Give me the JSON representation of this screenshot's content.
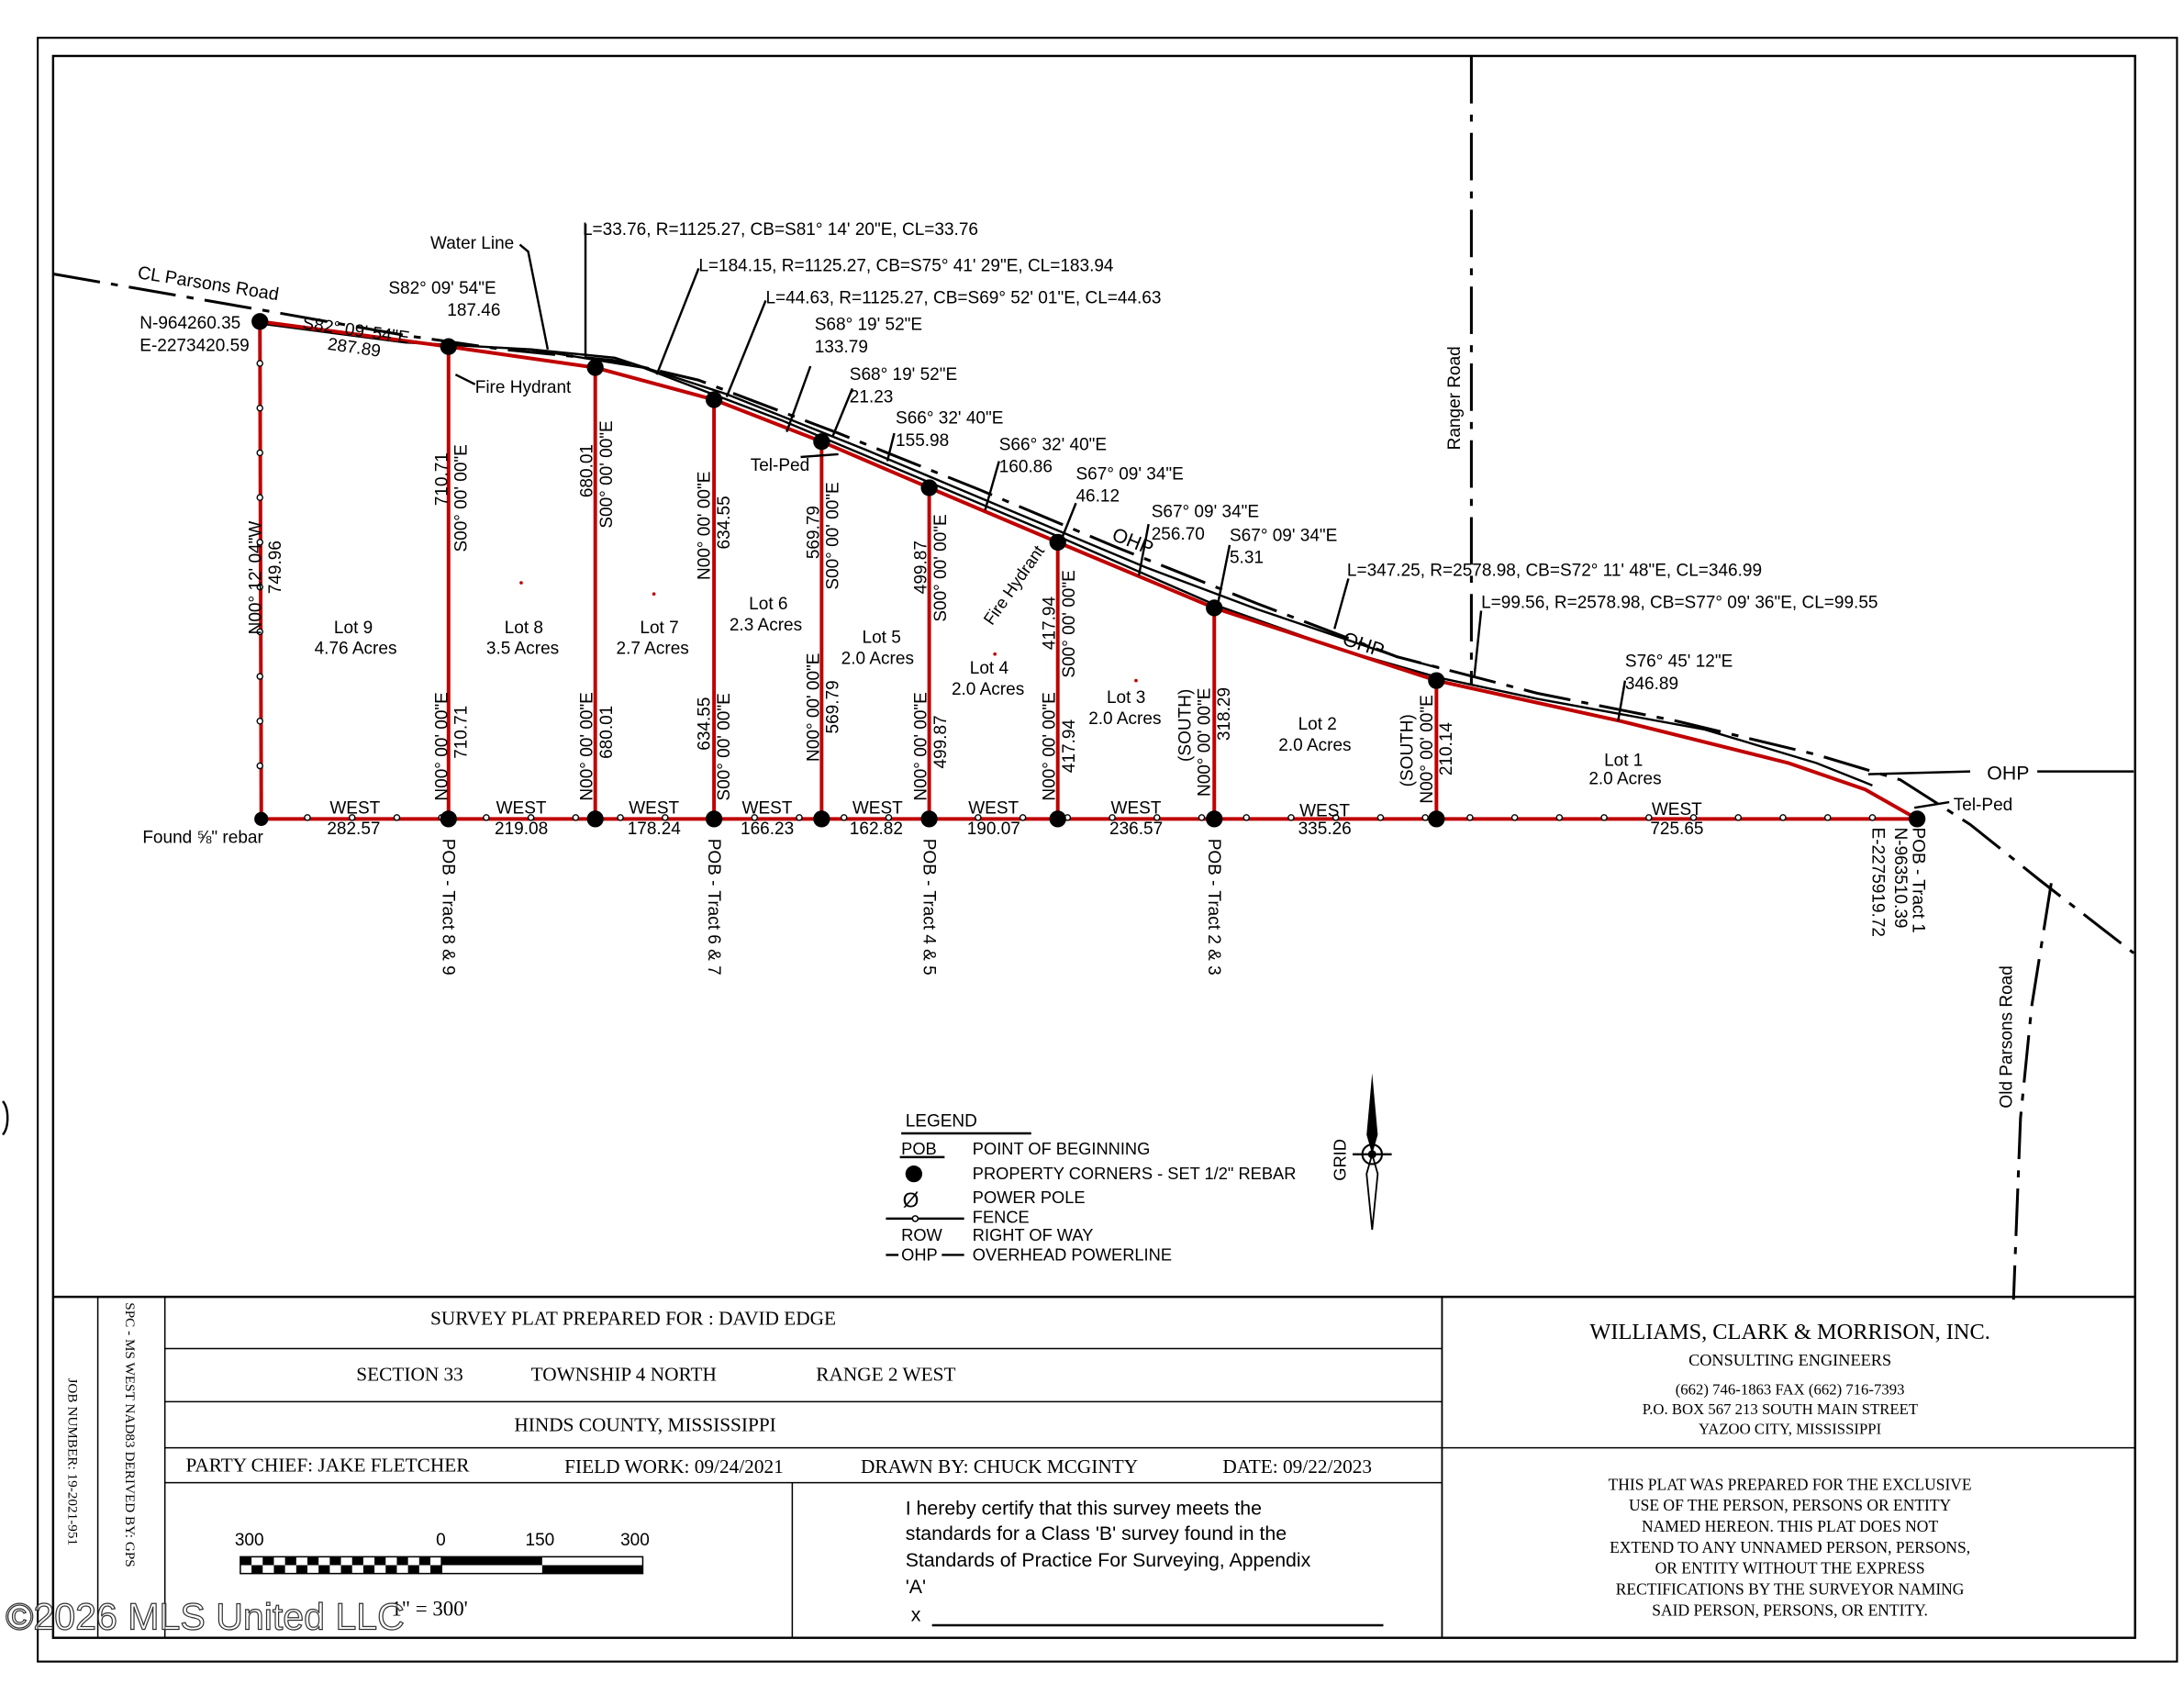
{
  "roads": {
    "cl_parsons": "CL Parsons Road",
    "ranger": "Ranger Road",
    "old_parsons": "Old Parsons Road",
    "water_line": "Water Line",
    "ohp": "OHP",
    "tel_ped": "Tel-Ped",
    "fire_hydrant": "Fire Hydrant"
  },
  "curves": {
    "c1": "L=33.76, R=1125.27, CB=S81° 14' 20\"E, CL=33.76",
    "c2": "L=184.15, R=1125.27, CB=S75° 41' 29\"E, CL=183.94",
    "c3": "L=44.63, R=1125.27, CB=S69° 52' 01\"E, CL=44.63",
    "c4": "L=347.25, R=2578.98, CB=S72° 11' 48\"E, CL=346.99",
    "c5": "L=99.56, R=2578.98, CB=S77° 09' 36\"E, CL=99.55"
  },
  "bearings": {
    "b1_top": "S82° 09' 54\"E",
    "b1_top_d": "187.46",
    "b1_low": "S82° 09' 54\"E",
    "b1_low_d": "287.89",
    "b2": "S68° 19' 52\"E",
    "b2_d": "133.79",
    "b3": "S68° 19' 52\"E",
    "b3_d": "21.23",
    "b4": "S66° 32' 40\"E",
    "b4_d": "155.98",
    "b5": "S66° 32' 40\"E",
    "b5_d": "160.86",
    "b6": "S67° 09' 34\"E",
    "b6_d": "46.12",
    "b7": "S67° 09' 34\"E",
    "b7_d": "256.70",
    "b8": "S67° 09' 34\"E",
    "b8_d": "5.31",
    "b9": "S76° 45' 12\"E",
    "b9_d": "346.89"
  },
  "coords": {
    "nw_n": "N-964260.35",
    "nw_e": "E-2273420.59",
    "se_n": "N-963510.39",
    "se_e": "E-2275919.72",
    "found": "Found ⅝\" rebar",
    "west_line": "N00° 12' 04\"W",
    "west_line_d": "749.96"
  },
  "dividers": [
    {
      "up": "S00° 00' 00\"E",
      "up_d": "710.71",
      "dn": "N00° 00' 00\"E",
      "dn_d": "710.71"
    },
    {
      "up": "S00° 00' 00\"E",
      "up_d": "680.01",
      "dn": "N00° 00' 00\"E",
      "dn_d": "680.01"
    },
    {
      "up": "N00° 00' 00\"E",
      "up_d": "634.55",
      "dn": "S00° 00' 00\"E",
      "dn_d": "634.55"
    },
    {
      "up": "S00° 00' 00\"E",
      "up_d": "569.79",
      "dn": "N00° 00' 00\"E",
      "dn_d": "569.79"
    },
    {
      "up": "S00° 00' 00\"E",
      "up_d": "499.87",
      "dn": "N00° 00' 00\"E",
      "dn_d": "499.87"
    },
    {
      "up": "S00° 00' 00\"E",
      "up_d": "417.94",
      "dn": "N00° 00' 00\"E",
      "dn_d": "417.94"
    },
    {
      "up": "",
      "up_d": "",
      "dn": "N00° 00' 00\"E",
      "dn_d": "318.29",
      "extra": "(SOUTH)"
    },
    {
      "up": "",
      "up_d": "",
      "dn": "N00° 00' 00\"E",
      "dn_d": "210.14",
      "extra": "(SOUTH)"
    }
  ],
  "lots": [
    {
      "name": "Lot 9",
      "acres": "4.76 Acres"
    },
    {
      "name": "Lot 8",
      "acres": "3.5 Acres"
    },
    {
      "name": "Lot 7",
      "acres": "2.7 Acres"
    },
    {
      "name": "Lot 6",
      "acres": "2.3 Acres"
    },
    {
      "name": "Lot 5",
      "acres": "2.0 Acres"
    },
    {
      "name": "Lot 4",
      "acres": "2.0 Acres"
    },
    {
      "name": "Lot 3",
      "acres": "2.0 Acres"
    },
    {
      "name": "Lot 2",
      "acres": "2.0 Acres"
    },
    {
      "name": "Lot 1",
      "acres": "2.0 Acres"
    }
  ],
  "south_segments": [
    {
      "b": "WEST",
      "d": "282.57"
    },
    {
      "b": "WEST",
      "d": "219.08"
    },
    {
      "b": "WEST",
      "d": "178.24"
    },
    {
      "b": "WEST",
      "d": "166.23"
    },
    {
      "b": "WEST",
      "d": "162.82"
    },
    {
      "b": "WEST",
      "d": "190.07"
    },
    {
      "b": "WEST",
      "d": "236.57"
    },
    {
      "b": "WEST",
      "d": "335.26"
    },
    {
      "b": "WEST",
      "d": "725.65"
    }
  ],
  "pob": {
    "t89": "POB - Tract 8 & 9",
    "t67": "POB - Tract 6 & 7",
    "t45": "POB - Tract 4 & 5",
    "t23": "POB - Tract 2 & 3",
    "t1": "POB - Tract 1"
  },
  "legend": {
    "title": "LEGEND",
    "items": [
      {
        "sym": "POB",
        "text": "POINT OF BEGINNING"
      },
      {
        "sym": "",
        "text": "PROPERTY CORNERS - SET 1/2\" REBAR"
      },
      {
        "sym": "Ø",
        "text": "POWER POLE"
      },
      {
        "sym": "",
        "text": "FENCE"
      },
      {
        "sym": "ROW",
        "text": "RIGHT OF WAY"
      },
      {
        "sym": "OHP",
        "text": "OVERHEAD POWERLINE"
      }
    ]
  },
  "north_arrow": "GRID",
  "title_block": {
    "prepared_for": "SURVEY PLAT PREPARED FOR : DAVID EDGE",
    "section": "SECTION 33",
    "township": "TOWNSHIP 4 NORTH",
    "range": "RANGE 2 WEST",
    "county": "HINDS COUNTY, MISSISSIPPI",
    "party_chief": "PARTY CHIEF: JAKE FLETCHER",
    "field_work": "FIELD WORK:  09/24/2021",
    "drawn_by": "DRAWN BY: CHUCK MCGINTY",
    "date": "DATE: 09/22/2023",
    "side_spc": "SPC - MS WEST  NAD83  DERIVED BY: GPS",
    "side_job": "JOB NUMBER: 19-2021-951",
    "scale_labels": [
      "300",
      "0",
      "150",
      "300"
    ],
    "scale_text": "1\" = 300'",
    "cert_lines": [
      "I hereby certify that this survey meets the",
      "standards for a Class 'B' survey found in the",
      "Standards of Practice For Surveying, Appendix",
      "'A'"
    ],
    "cert_x": "x",
    "firm": "WILLIAMS, CLARK & MORRISON, INC.",
    "firm_sub": "CONSULTING ENGINEERS",
    "phone": "(662) 746-1863  FAX (662) 716-7393",
    "address": "P.O.  BOX  567     213 SOUTH MAIN STREET",
    "city": "YAZOO CITY, MISSISSIPPI",
    "disclaimer": [
      "THIS PLAT WAS PREPARED FOR THE EXCLUSIVE",
      "USE OF THE PERSON, PERSONS OR ENTITY",
      "NAMED HEREON. THIS PLAT DOES NOT",
      "EXTEND TO ANY UNNAMED PERSON, PERSONS,",
      "OR ENTITY WITHOUT THE EXPRESS",
      "RECTIFICATIONS BY THE SURVEYOR NAMING",
      "SAID PERSON, PERSONS, OR ENTITY."
    ]
  },
  "watermark": "©2026 MLS United LLC"
}
